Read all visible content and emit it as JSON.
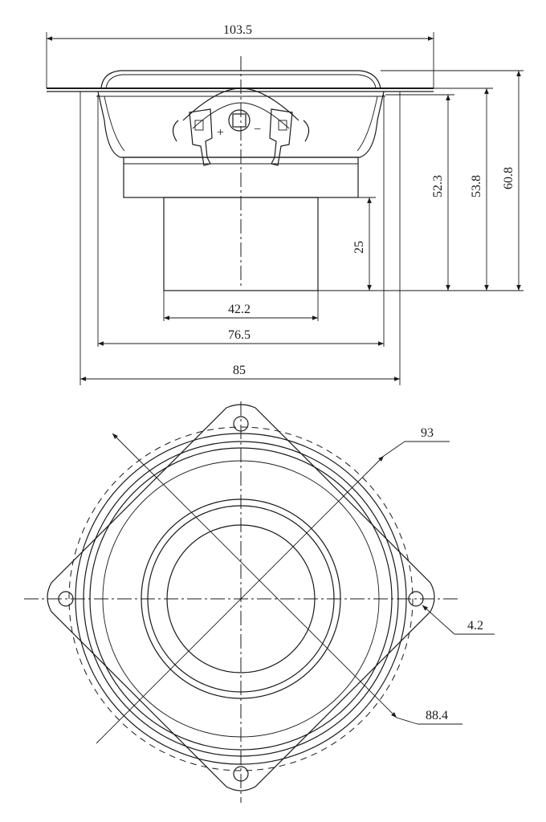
{
  "side_view": {
    "dim_overall_width": "103.5",
    "dim_height_1": "52.3",
    "dim_height_2": "53.8",
    "dim_height_3": "60.8",
    "dim_magnet_height": "25",
    "dim_magnet_width": "42.2",
    "dim_basket_width": "76.5",
    "dim_frame_width": "85",
    "terminal_plus": "+",
    "terminal_minus": "−"
  },
  "front_view": {
    "dim_mount_circle": "93",
    "dim_hole": "4.2",
    "dim_cutout": "88.4"
  }
}
